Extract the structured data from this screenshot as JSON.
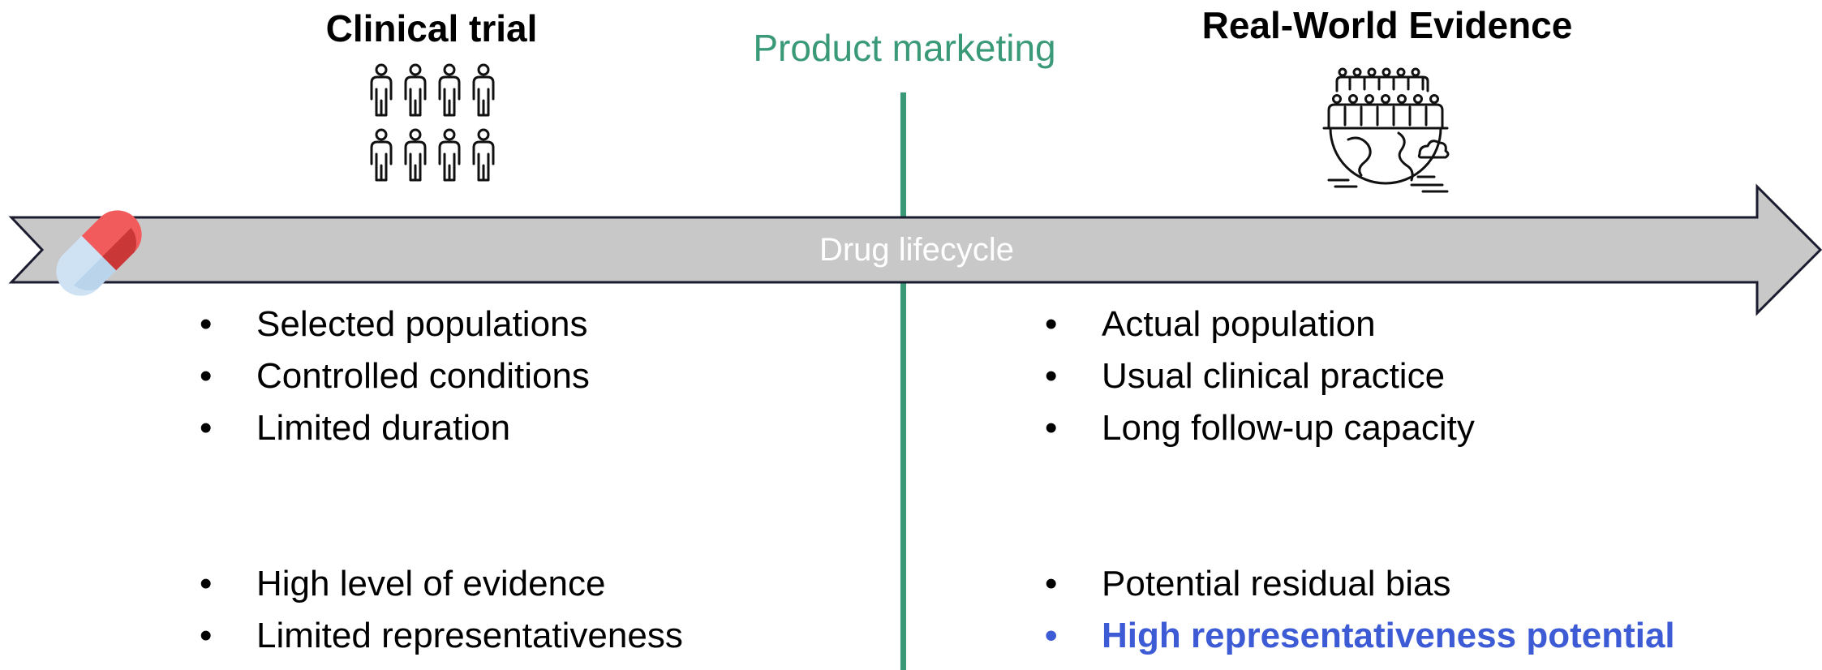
{
  "header": {
    "clinical_title": "Clinical trial",
    "marketing_label": "Product marketing",
    "rwe_title": "Real-World Evidence"
  },
  "timeline": {
    "label": "Drug lifecycle"
  },
  "clinical_trial": {
    "characteristics": [
      "Selected populations",
      "Controlled conditions",
      "Limited duration"
    ],
    "assessment": [
      "High level of evidence",
      "Limited representativeness"
    ]
  },
  "real_world_evidence": {
    "characteristics": [
      "Actual population",
      "Usual clinical practice",
      "Long follow-up capacity"
    ],
    "assessment": [
      "Potential residual bias",
      "High representativeness potential"
    ]
  },
  "icons": {
    "clinical": "trial-participants-icon",
    "rwe": "world-population-icon",
    "timeline": "pill-capsule-icon"
  },
  "colors": {
    "marketing_green": "#3a9a78",
    "arrow_fill": "#c8c8c8",
    "arrow_stroke": "#1c1c30",
    "highlight_blue": "#3e5bd6",
    "pill_red": "#f25b5b",
    "pill_red_dark": "#c93737",
    "pill_blue": "#cfe2f3",
    "pill_blue_dark": "#a9c8e6"
  }
}
